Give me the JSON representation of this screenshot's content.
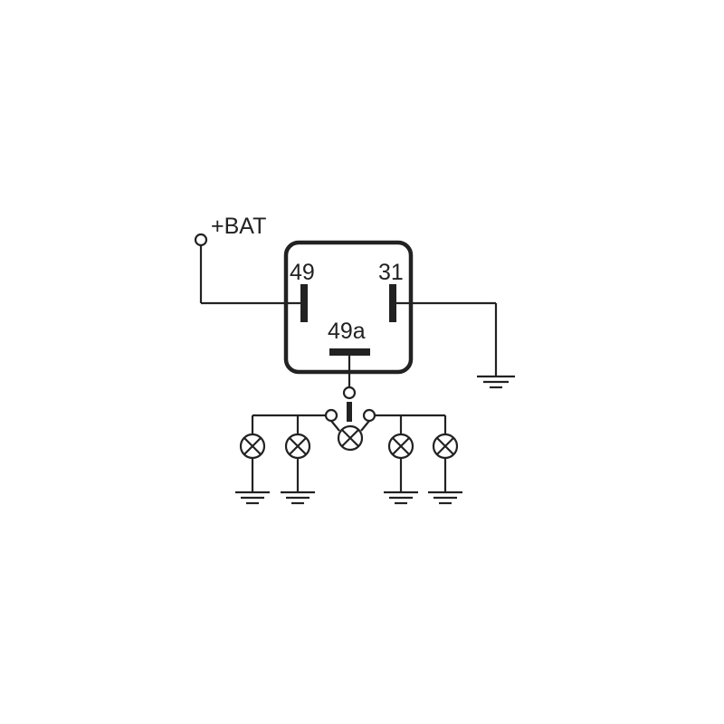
{
  "diagram": {
    "supply_label": "+BAT",
    "terminals": {
      "t49": "49",
      "t31": "31",
      "t49a": "49a"
    },
    "components": {
      "relay": "flasher-relay",
      "lamps": [
        "lamp",
        "lamp",
        "indicator-lamp",
        "lamp",
        "lamp"
      ],
      "switch": "turn-signal-switch"
    },
    "colors": {
      "line": "#222222",
      "background": "#ffffff"
    }
  }
}
